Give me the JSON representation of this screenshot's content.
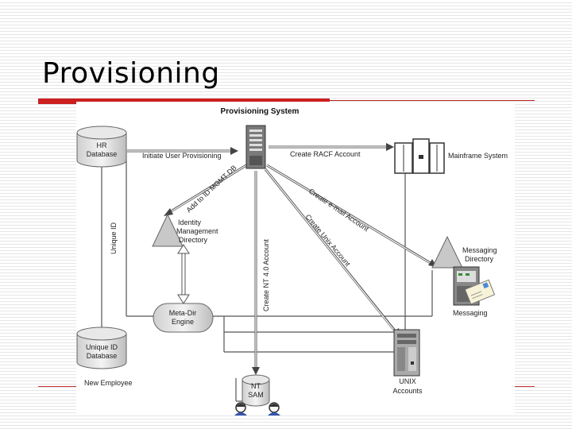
{
  "slide": {
    "title": "Provisioning"
  },
  "diagram": {
    "system_title": "Provisioning System",
    "nodes": {
      "hr_db": {
        "line1": "HR",
        "line2": "Database"
      },
      "unique_db": {
        "line1": "Unique ID",
        "line2": "Database"
      },
      "idm": {
        "line1": "Identity",
        "line2": "Management",
        "line3": "Directory"
      },
      "metadir": {
        "line1": "Meta-Dir",
        "line2": "Engine"
      },
      "mainframe": {
        "label": "Mainframe System"
      },
      "msg_dir": {
        "line1": "Messaging",
        "line2": "Directory"
      },
      "messaging": {
        "label": "Messaging"
      },
      "unix": {
        "line1": "UNIX",
        "line2": "Accounts"
      },
      "nt_sam": {
        "line1": "NT",
        "line2": "SAM"
      },
      "new_employee": {
        "label": "New Employee"
      }
    },
    "edges": {
      "initiate": "Initiate User Provisioning",
      "racf": "Create RACF Account",
      "add_id": "Add to ID MGMT DB",
      "email": "Create e-mail Account",
      "unix": "Create Unix Account",
      "nt": "Create NT 4.0 Account",
      "unique_id": "Unique ID"
    }
  }
}
